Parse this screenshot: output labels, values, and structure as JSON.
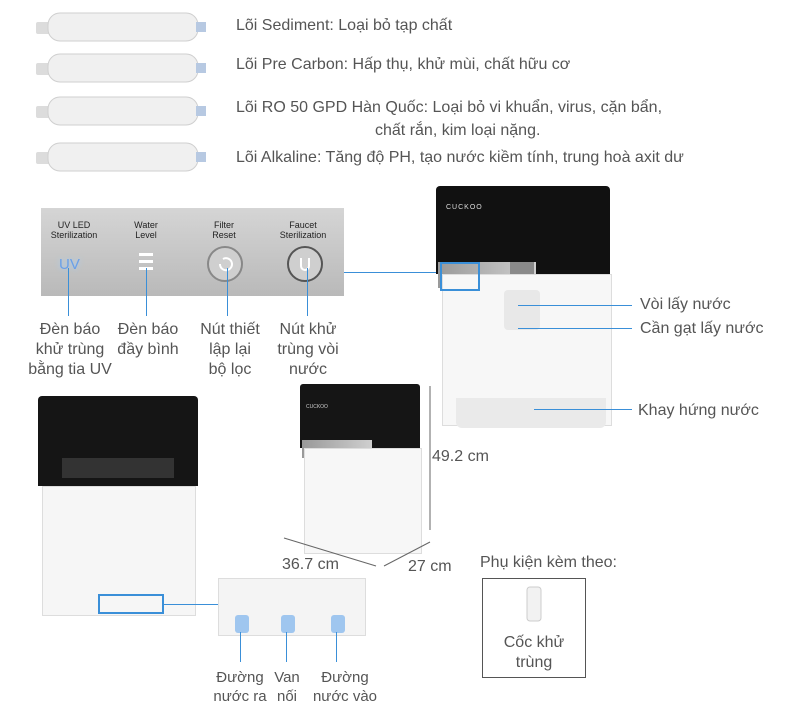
{
  "filters": [
    {
      "label": "Lõi Sediment: Loại bỏ tạp chất"
    },
    {
      "label": "Lõi Pre Carbon: Hấp thụ, khử mùi, chất hữu cơ"
    },
    {
      "label": "Lõi RO 50 GPD Hàn Quốc: Loại bỏ vi khuẩn, virus, cặn bẩn,",
      "label2": "chất rắn, kim loại nặng."
    },
    {
      "label": "Lõi Alkaline: Tăng độ PH, tạo nước kiềm tính, trung hoà axit dư"
    }
  ],
  "panel": {
    "uv_title": "UV LED\nSterilization",
    "uv_symbol": "UV",
    "water_title": "Water\nLevel",
    "filter_title": "Filter\nReset",
    "faucet_title": "Faucet\nSterilization"
  },
  "panel_captions": {
    "uv": "Đèn báo\nkhử trùng\nbằng tia UV",
    "water": "Đèn báo\nđầy bình",
    "filter": "Nút thiết\nlập lại\nbộ lọc",
    "faucet": "Nút khử\ntrùng vòi\nnước"
  },
  "machine": {
    "brand": "CUCKOO",
    "tap_label": "Vòi lấy nước",
    "lever_label": "Cần gạt lấy nước",
    "tray_label": "Khay hứng nước"
  },
  "dimensions": {
    "height": "49.2 cm",
    "width": "36.7 cm",
    "depth": "27 cm"
  },
  "rear": {
    "out_label": "Đường\nnước ra",
    "valve_label": "Van\nnối",
    "in_label": "Đường\nnước vào"
  },
  "accessory": {
    "title": "Phụ kiện kèm theo:",
    "item": "Cốc khử\ntrùng"
  },
  "colors": {
    "accent_line": "#3a8fd8",
    "text": "#555555"
  }
}
